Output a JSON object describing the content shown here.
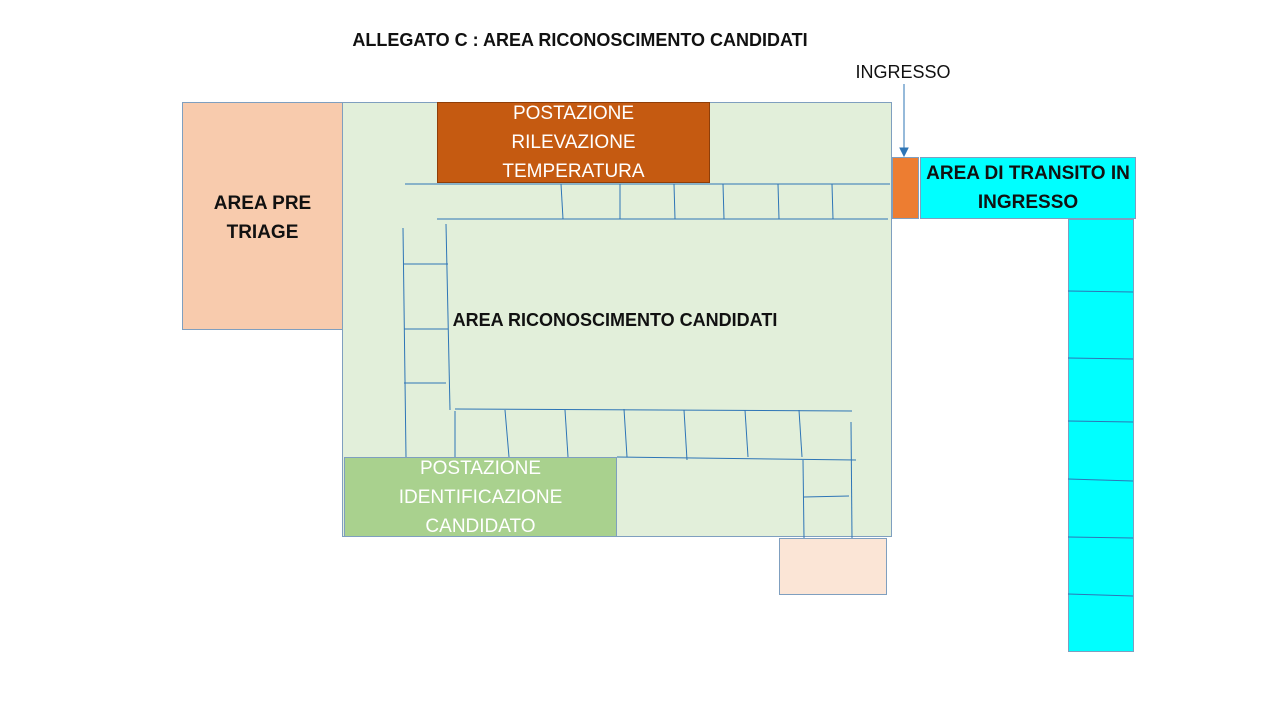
{
  "title": "ALLEGATO C : AREA RICONOSCIMENTO CANDIDATI",
  "entrance_label": "INGRESSO",
  "areas": {
    "pre_triage": "AREA PRE TRIAGE",
    "temperature_station": "POSTAZIONE RILEVAZIONE TEMPERATURA",
    "main_area": "AREA RICONOSCIMENTO CANDIDATI",
    "identification_station": "POSTAZIONE IDENTIFICAZIONE CANDIDATO",
    "transit_area": "AREA DI TRANSITO IN INGRESSO"
  },
  "colors": {
    "main_area": "#e2efda",
    "pre_triage": "#f8cbad",
    "temperature_station": "#c55a11",
    "identification_station": "#a9d18e",
    "transit_area": "#00ffff",
    "entrance_door": "#ed7d31",
    "exit_box": "#fbe5d6",
    "queue_lines": "#2e75b6"
  }
}
